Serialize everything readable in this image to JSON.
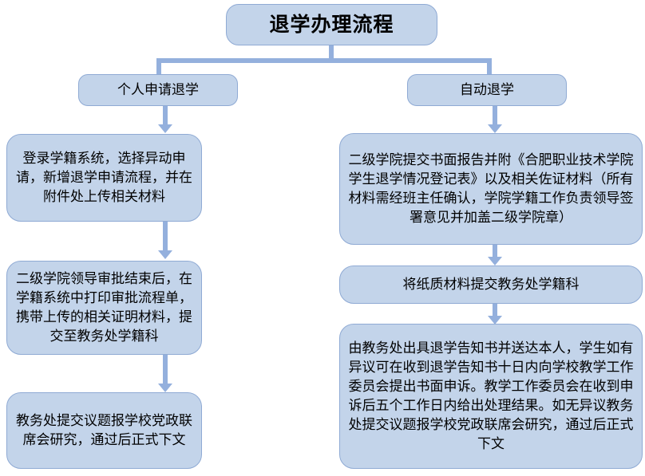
{
  "document": {
    "title": "退学办理流程",
    "language": "zh-CN",
    "type": "flowchart"
  },
  "colors": {
    "node_fill": "#c3d4ea",
    "node_border": "#8faad4",
    "connector": "#94b0dd",
    "text": "#000000",
    "background": "#ffffff"
  },
  "flow": {
    "root": {
      "id": "root",
      "label": "退学办理流程"
    },
    "branches": [
      {
        "id": "branch-personal",
        "label": "个人申请退学",
        "steps": [
          {
            "id": "personal-step-1",
            "label": "登录学籍系统，选择异动申请，新增退学申请流程，并在附件处上传相关材料"
          },
          {
            "id": "personal-step-2",
            "label": "二级学院领导审批结束后，在学籍系统中打印审批流程单，携带上传的相关证明材料，提交至教务处学籍科"
          },
          {
            "id": "personal-step-3",
            "label": "教务处提交议题报学校党政联席会研究，通过后正式下文"
          }
        ]
      },
      {
        "id": "branch-automatic",
        "label": "自动退学",
        "steps": [
          {
            "id": "automatic-step-1",
            "label": "二级学院提交书面报告并附《合肥职业技术学院学生退学情况登记表》以及相关佐证材料（所有材料需经班主任确认，学院学籍工作负责领导签署意见并加盖二级学院章）"
          },
          {
            "id": "automatic-step-2",
            "label": "将纸质材料提交教务处学籍科"
          },
          {
            "id": "automatic-step-3",
            "label": "由教务处出具退学告知书并送达本人，学生如有异议可在收到退学告知书十日内向学校教学工作委员会提出书面申诉。教学工作委员会在收到申诉后五个工作日内给出处理结果。如无异议教务处提交议题报学校党政联席会研究，通过后正式下文"
          }
        ]
      }
    ]
  }
}
